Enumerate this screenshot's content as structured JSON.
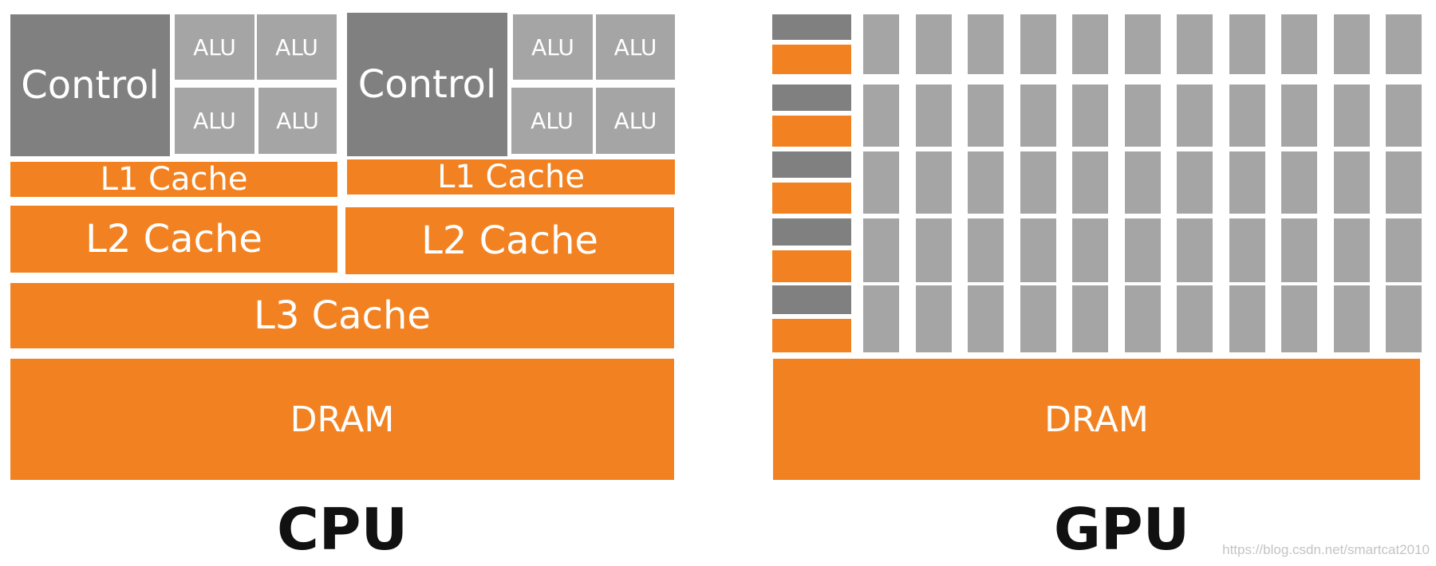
{
  "cpu": {
    "title": "CPU",
    "cores": [
      {
        "control_label": "Control",
        "alu_labels": [
          "ALU",
          "ALU",
          "ALU",
          "ALU"
        ],
        "l1_label": "L1 Cache",
        "l2_label": "L2 Cache"
      },
      {
        "control_label": "Control",
        "alu_labels": [
          "ALU",
          "ALU",
          "ALU",
          "ALU"
        ],
        "l1_label": "L1 Cache",
        "l2_label": "L2 Cache"
      }
    ],
    "l3_label": "L3 Cache",
    "dram_label": "DRAM"
  },
  "gpu": {
    "title": "GPU",
    "dram_label": "DRAM"
  },
  "watermark": "https://blog.csdn.net/smartcat2010",
  "colors": {
    "control": "#808080",
    "alu": "#a5a5a5",
    "cache": "#f28221",
    "text_on_block": "#ffffff",
    "title": "#111111"
  }
}
